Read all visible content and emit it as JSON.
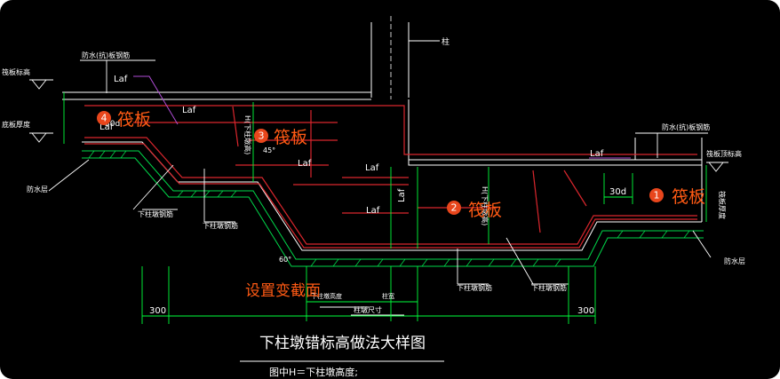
{
  "drawing": {
    "title": "下柱墩错标高做法大样图",
    "subtitle": "图中H＝下柱墩高度;",
    "column_label": "柱",
    "left_elevation_label": "筏板标高",
    "left_thickness_label": "底板厚度",
    "left_rebar_label": "防水(抗)板钢筋",
    "right_rebar_label": "防水(抗)板钢筋",
    "right_elevation_label": "筏板顶标高",
    "right_thickness_label": "筏板厚度",
    "waterproof_left": "防水层",
    "waterproof_right": "防水层",
    "pier_rebar_1": "下柱墩钢筋",
    "pier_rebar_2": "下柱墩钢筋",
    "pier_rebar_3": "下柱墩钢筋",
    "pier_rebar_4": "下柱墩钢筋",
    "pier_top_width": "下柱墩高度",
    "column_width": "柱宽",
    "pier_size": "柱墩尺寸",
    "h_label_left": "H(下柱墩高)",
    "h_label_right": "H(下柱墩高)",
    "laf_1": "Laf",
    "laf_2": "Laf",
    "laf_3": "Laf",
    "laf_4": "Laf",
    "laf_5": "Laf",
    "laf_6": "Laf",
    "laf_7": "Laf",
    "laf_8": "Laf",
    "d30": "30d",
    "d30_left": "30d",
    "dim_300_left": "300",
    "dim_300_right": "300",
    "angle_45_left": "45°",
    "angle_60": "60°"
  },
  "annotations": {
    "raft_1": {
      "number": "1",
      "label": "筏板"
    },
    "raft_2": {
      "number": "2",
      "label": "筏板"
    },
    "raft_3": {
      "number": "3",
      "label": "筏板"
    },
    "raft_4": {
      "number": "4",
      "label": "筏板"
    },
    "section_note": "设置变截面"
  },
  "colors": {
    "background": "#000000",
    "concrete": "#ffffff",
    "rebar": "#d9262d",
    "dimension": "#00ff3b",
    "hatch": "#00d84a",
    "leader": "#ffffff",
    "annotation": "#ff5a14",
    "bend": "#b04dd6"
  }
}
